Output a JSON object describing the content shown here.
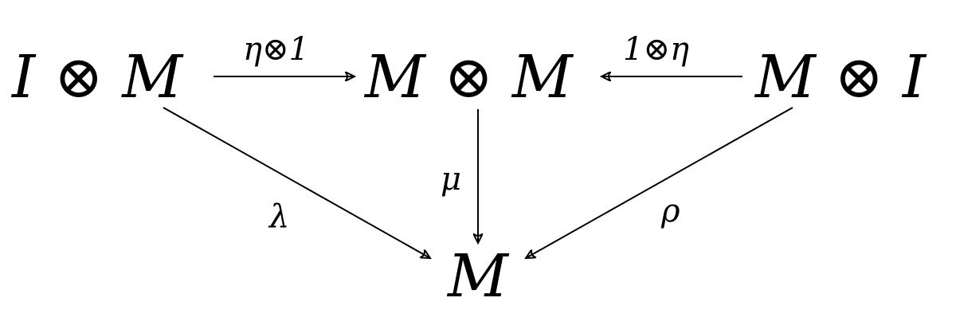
{
  "nodes": {
    "left": "I ⊗ M",
    "middle": "M ⊗ M",
    "right": "M ⊗ I",
    "bottom": "M"
  },
  "arrows": {
    "left_to_middle": "η⊗1",
    "right_to_middle": "1⊗η",
    "middle_to_bottom": "μ",
    "left_to_bottom": "λ",
    "right_to_bottom": "ρ"
  }
}
